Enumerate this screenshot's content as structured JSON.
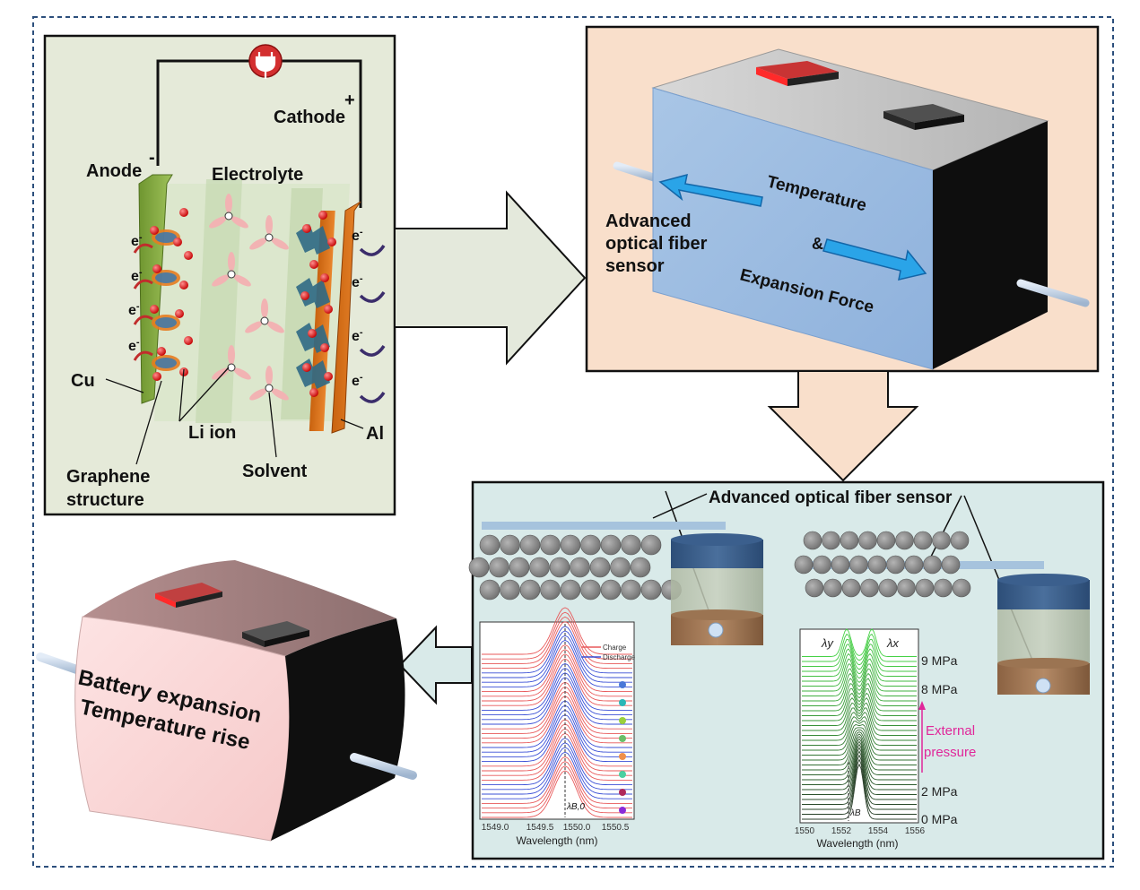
{
  "battery_cell": {
    "anode": "Anode",
    "anode_sign": "-",
    "cathode": "Cathode",
    "cathode_sign": "+",
    "electrolyte": "Electrolyte",
    "electron": "e",
    "electron_sup": "-",
    "cu": "Cu",
    "al": "Al",
    "li_ion": "Li ion",
    "solvent": "Solvent",
    "graphene_line1": "Graphene",
    "graphene_line2": "structure",
    "plug_icon": "plug-icon"
  },
  "sensor_battery": {
    "temperature": "Temperature",
    "ampersand": "&",
    "expansion_force": "Expansion Force",
    "sensor_line1": "Advanced",
    "sensor_line2": "optical fiber",
    "sensor_line3": "sensor"
  },
  "sensor_panel": {
    "title": "Advanced optical fiber sensor",
    "fbg_chart": {
      "legend_charge": "Charge",
      "legend_discharge": "Discharge",
      "peak_label": "λB,0",
      "xlabel": "Wavelength (nm)",
      "xticks": [
        "1549.0",
        "1549.5",
        "1550.0",
        "1550.5"
      ]
    },
    "pressure_chart": {
      "lambda_y": "λy",
      "lambda_x": "λx",
      "lambda_b": "λB",
      "p9": "9 MPa",
      "p8": "8 MPa",
      "external1": "External",
      "external2": "pressure",
      "p2": "2 MPa",
      "p0": "0 MPa",
      "xlabel": "Wavelength (nm)",
      "xticks": [
        "1550",
        "1552",
        "1554",
        "1556"
      ]
    }
  },
  "swollen_battery": {
    "line1": "Battery expansion",
    "line2": "Temperature rise"
  },
  "colors": {
    "charge": "#e8595a",
    "discharge": "#3a4fd6",
    "accent_red": "#c62828",
    "pressure_green": "#44c744",
    "pressure_label": "#e0279a"
  }
}
